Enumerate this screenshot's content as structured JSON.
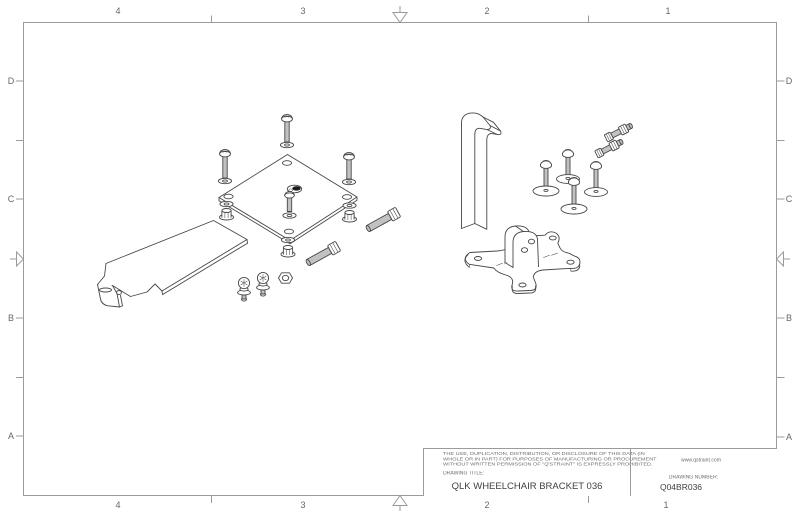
{
  "colors": {
    "paper": "#ffffff",
    "frame_line": "#9b9b9b",
    "zone_label_text": "#666666",
    "drawing_line": "#474747",
    "thread_fill": "#c2c2c2",
    "keyhole_fill": "#1c1c1c",
    "title_text": "#3f3f3f",
    "small_text": "#6e6e6e"
  },
  "border_zones": {
    "columns_top": [
      "4",
      "3",
      "2",
      "1"
    ],
    "columns_bottom": [
      "4",
      "3",
      "2",
      "1"
    ],
    "rows_left": [
      "D",
      "C",
      "B",
      "A"
    ],
    "rows_right": [
      "D",
      "C",
      "B",
      "A"
    ]
  },
  "title_block": {
    "legal_lines": [
      "THE USE, DUPLICATION, DISTRIBUTION, OR DISCLOSURE OF THIS DATA (IN",
      "WHOLE OR IN PART) FOR PURPOSES OF MANUFACTURING OR PROCUREMENT",
      "WITHOUT WRITTEN PERMISSION OF \"Q'STRAINT\" IS EXPRESSLY PROHIBITED."
    ],
    "website": "www.qstraint.com",
    "drawing_title_label": "DRAWING TITLE:",
    "drawing_title": "QLK WHEELCHAIR BRACKET 036",
    "drawing_number_label": "DRAWING NUMBER:",
    "drawing_number": "Q04BR036"
  }
}
